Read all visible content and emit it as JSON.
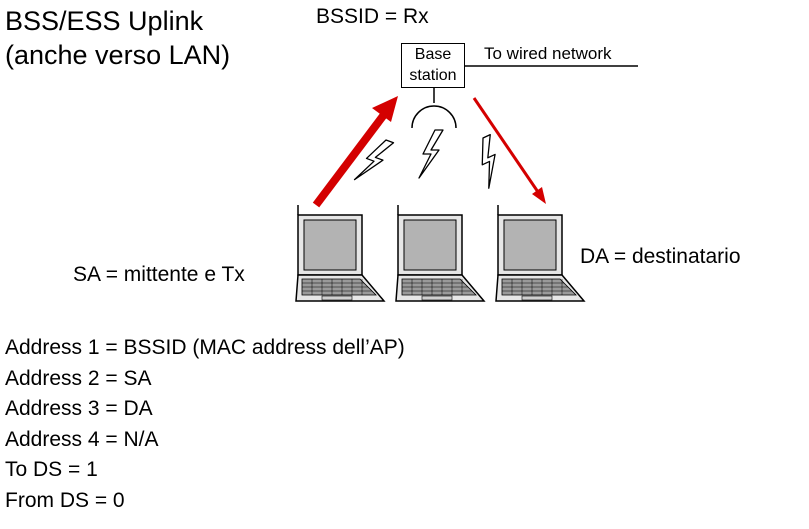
{
  "title": [
    "BSS/ESS Uplink",
    "(anche verso LAN)"
  ],
  "bssid_label": "BSSID = Rx",
  "base_station": [
    "Base",
    "station"
  ],
  "wired_label": "To wired network",
  "sa_label": "SA = mittente e Tx",
  "da_label": "DA = destinatario",
  "addresses": [
    "Address 1 = BSSID (MAC address dell’AP)",
    "Address 2 = SA",
    "Address 3 = DA",
    "Address 4 = N/A",
    "To DS = 1",
    "From DS = 0"
  ],
  "colors": {
    "arrow": "#d40000",
    "screen": "#b3b3b3",
    "laptop_body": "#e6e6e6"
  },
  "icons": [
    "laptop-icon",
    "lightning-icon",
    "antenna-icon",
    "arrow-icon"
  ]
}
